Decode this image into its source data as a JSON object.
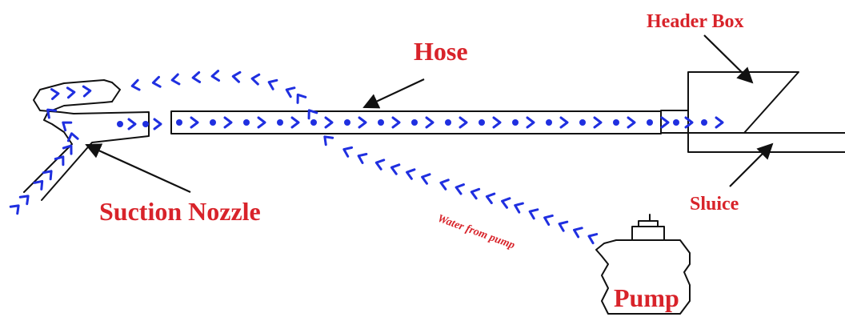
{
  "labels": {
    "hose": "Hose",
    "header_box": "Header Box",
    "suction_nozzle": "Suction Nozzle",
    "sluice": "Sluice",
    "water_from_pump": "Water from pump",
    "pump": "Pump"
  },
  "colors": {
    "label": "#d8232a",
    "flow": "#1f2fe0",
    "outline": "#111111"
  }
}
